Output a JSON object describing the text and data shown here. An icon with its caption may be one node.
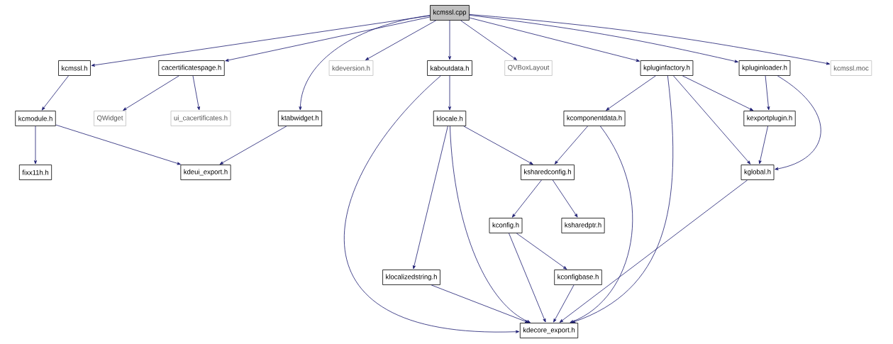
{
  "diagram": {
    "nodes": [
      {
        "text": [
          "kcmssl.cpp"
        ]
      },
      {
        "text": [
          "kcmssl.h"
        ]
      },
      {
        "text": [
          "cacertificatespage.h"
        ]
      },
      {
        "text": [
          "kdeversion.h"
        ]
      },
      {
        "text": [
          "kaboutdata.h"
        ]
      },
      {
        "text": [
          "QVBoxLayout"
        ]
      },
      {
        "text": [
          "kpluginfactory.h"
        ]
      },
      {
        "text": [
          "kpluginloader.h"
        ]
      },
      {
        "text": [
          "kcmssl.moc"
        ]
      },
      {
        "text": [
          "kcmodule.h"
        ]
      },
      {
        "text": [
          "QWidget"
        ]
      },
      {
        "text": [
          "ui_cacertificates.h"
        ]
      },
      {
        "text": [
          "ktabwidget.h"
        ]
      },
      {
        "text": [
          "klocale.h"
        ]
      },
      {
        "text": [
          "kcomponentdata.h"
        ]
      },
      {
        "text": [
          "kexportplugin.h"
        ]
      },
      {
        "text": [
          "fixx11h.h"
        ]
      },
      {
        "text": [
          "kdeui_export.h"
        ]
      },
      {
        "text": [
          "ksharedconfig.h"
        ]
      },
      {
        "text": [
          "kglobal.h"
        ]
      },
      {
        "text": [
          "kconfig.h"
        ]
      },
      {
        "text": [
          "ksharedptr.h"
        ]
      },
      {
        "text": [
          "klocalizedstring.h"
        ]
      },
      {
        "text": [
          "kconfigbase.h"
        ]
      },
      {
        "text": [
          "kdecore_export.h"
        ]
      }
    ],
    "edges": [
      {
        "from": 0,
        "to": 1,
        "arrow": "to"
      },
      {
        "from": 0,
        "to": 2,
        "arrow": "to"
      },
      {
        "from": 0,
        "to": 12,
        "arrow": "to"
      },
      {
        "from": 0,
        "to": 3,
        "arrow": "to"
      },
      {
        "from": 0,
        "to": 4,
        "arrow": "to"
      },
      {
        "from": 0,
        "to": 5,
        "arrow": "to"
      },
      {
        "from": 0,
        "to": 6,
        "arrow": "to"
      },
      {
        "from": 0,
        "to": 7,
        "arrow": "to"
      },
      {
        "from": 0,
        "to": 8,
        "arrow": "to"
      },
      {
        "from": 1,
        "to": 9,
        "arrow": "to"
      },
      {
        "from": 2,
        "to": 10,
        "arrow": "to"
      },
      {
        "from": 2,
        "to": 11,
        "arrow": "to"
      },
      {
        "from": 9,
        "to": 16,
        "arrow": "to"
      },
      {
        "from": 9,
        "to": 17,
        "arrow": "to"
      },
      {
        "from": 12,
        "to": 17,
        "arrow": "to"
      },
      {
        "from": 4,
        "to": 13,
        "arrow": "to"
      },
      {
        "from": 4,
        "to": 24,
        "arrow": "to"
      },
      {
        "from": 13,
        "to": 18,
        "arrow": "to"
      },
      {
        "from": 13,
        "to": 22,
        "arrow": "to"
      },
      {
        "from": 13,
        "to": 24,
        "arrow": "to"
      },
      {
        "from": 6,
        "to": 14,
        "arrow": "to"
      },
      {
        "from": 6,
        "to": 24,
        "arrow": "to"
      },
      {
        "from": 6,
        "to": 15,
        "arrow": "to"
      },
      {
        "from": 6,
        "to": 19,
        "arrow": "to"
      },
      {
        "from": 7,
        "to": 15,
        "arrow": "to"
      },
      {
        "from": 7,
        "to": 19,
        "arrow": "to"
      },
      {
        "from": 14,
        "to": 18,
        "arrow": "to"
      },
      {
        "from": 14,
        "to": 24,
        "arrow": "to"
      },
      {
        "from": 15,
        "to": 19,
        "arrow": "to"
      },
      {
        "from": 18,
        "to": 20,
        "arrow": "to"
      },
      {
        "from": 18,
        "to": 21,
        "arrow": "to"
      },
      {
        "from": 20,
        "to": 23,
        "arrow": "to"
      },
      {
        "from": 20,
        "to": 24,
        "arrow": "to"
      },
      {
        "from": 22,
        "to": 24,
        "arrow": "to"
      },
      {
        "from": 23,
        "to": 24,
        "arrow": "to"
      },
      {
        "from": 19,
        "to": 24,
        "arrow": "to"
      }
    ]
  }
}
